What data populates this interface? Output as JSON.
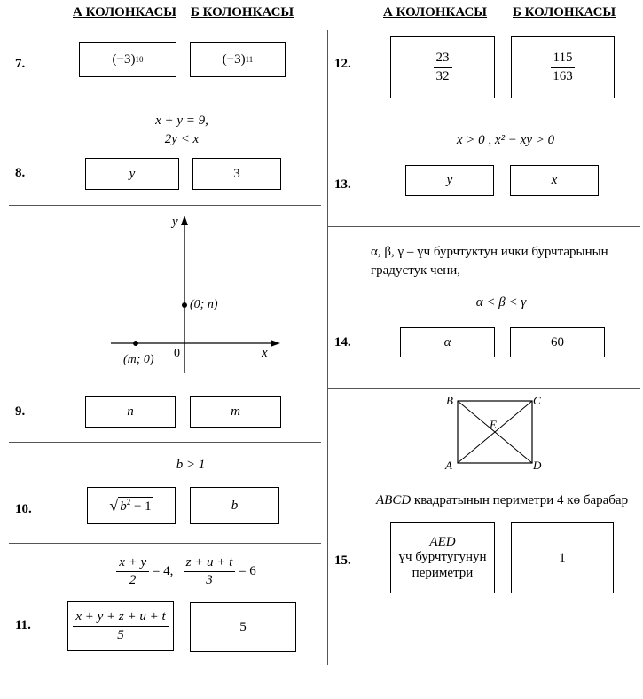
{
  "headers": {
    "left_a": "А КОЛОНКАСЫ",
    "left_b": "Б КОЛОНКАСЫ",
    "right_a": "А КОЛОНКАСЫ",
    "right_b": "Б КОЛОНКАСЫ"
  },
  "q7": {
    "num": "7.",
    "a_base": "(−3)",
    "a_exp": "10",
    "b_base": "(−3)",
    "b_exp": "11"
  },
  "q8": {
    "num": "8.",
    "cond1": "x + y = 9,",
    "cond2": "2y < x",
    "a": "y",
    "b": "3"
  },
  "q9": {
    "num": "9.",
    "axis_y": "y",
    "axis_x": "x",
    "origin": "0",
    "pt1": "(0; n)",
    "pt2": "(m; 0)",
    "a": "n",
    "b": "m"
  },
  "q10": {
    "num": "10.",
    "cond": "b > 1",
    "a_rad": "b",
    "a_exp": "2",
    "a_tail": " − 1",
    "b": "b"
  },
  "q11": {
    "num": "11.",
    "f1_num": "x + y",
    "f1_den": "2",
    "f1_eq": " = 4,",
    "f2_num": "z + u + t",
    "f2_den": "3",
    "f2_eq": " = 6",
    "a_num": "x + y + z + u + t",
    "a_den": "5",
    "b": "5"
  },
  "q12": {
    "num": "12.",
    "a_num": "23",
    "a_den": "32",
    "b_num": "115",
    "b_den": "163"
  },
  "q13": {
    "num": "13.",
    "cond": "x > 0 ,  x² − xy > 0",
    "a": "y",
    "b": "x"
  },
  "q14": {
    "num": "14.",
    "cond_line1": "α, β, γ  –  үч бурчтуктун ички бурчтарынын",
    "cond_line2": "градустук чени,",
    "cond_rel": "α < β < γ",
    "a": "α",
    "b": "60"
  },
  "q15": {
    "num": "15.",
    "label_A": "A",
    "label_B": "B",
    "label_C": "C",
    "label_D": "D",
    "label_E": "E",
    "cond_pre": "ABCD",
    "cond_post": " квадратынын периметри 4 кө барабар",
    "a_line1": "AED",
    "a_line2": "үч бурчтугунун",
    "a_line3": "периметри",
    "b": "1"
  }
}
